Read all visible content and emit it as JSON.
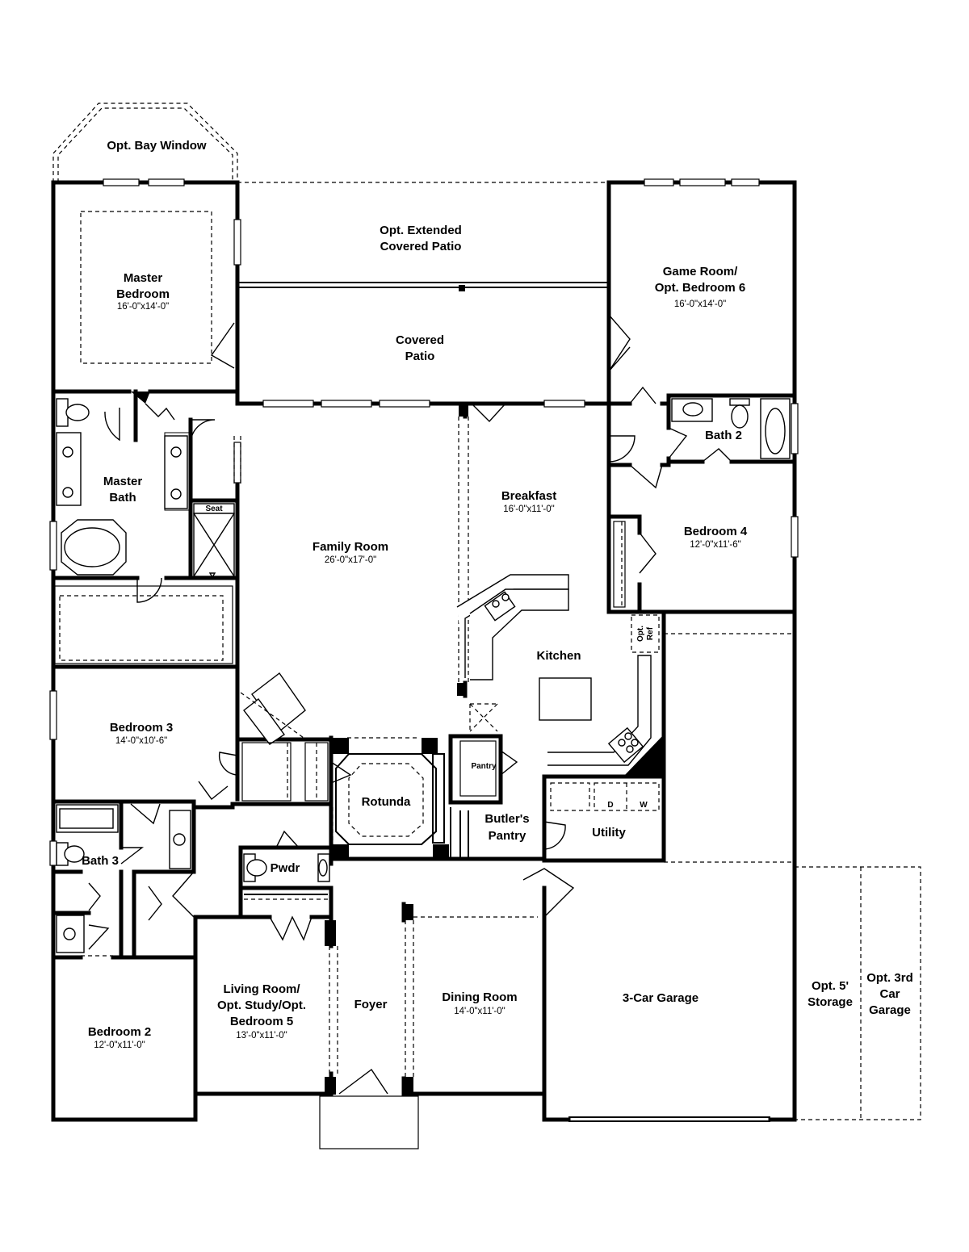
{
  "plan": {
    "rooms": [
      {
        "id": "bay-window",
        "lines": [
          "Opt. Bay Window"
        ],
        "dim": ""
      },
      {
        "id": "extended-patio",
        "lines": [
          "Opt. Extended",
          "Covered Patio"
        ],
        "dim": ""
      },
      {
        "id": "master-bedroom",
        "lines": [
          "Master",
          "Bedroom"
        ],
        "dim": "16'-0\"x14'-0\""
      },
      {
        "id": "covered-patio",
        "lines": [
          "Covered",
          "Patio"
        ],
        "dim": ""
      },
      {
        "id": "game-room",
        "lines": [
          "Game Room/",
          "Opt. Bedroom 6"
        ],
        "dim": "16'-0\"x14'-0\""
      },
      {
        "id": "bath-2",
        "lines": [
          "Bath 2"
        ],
        "dim": ""
      },
      {
        "id": "master-bath",
        "lines": [
          "Master",
          "Bath"
        ],
        "dim": ""
      },
      {
        "id": "breakfast",
        "lines": [
          "Breakfast"
        ],
        "dim": "16'-0\"x11'-0\""
      },
      {
        "id": "family-room",
        "lines": [
          "Family Room"
        ],
        "dim": "26'-0\"x17'-0\""
      },
      {
        "id": "bedroom-4",
        "lines": [
          "Bedroom 4"
        ],
        "dim": "12'-0\"x11'-6\""
      },
      {
        "id": "kitchen",
        "lines": [
          "Kitchen"
        ],
        "dim": ""
      },
      {
        "id": "bedroom-3",
        "lines": [
          "Bedroom 3"
        ],
        "dim": "14'-0\"x10'-6\""
      },
      {
        "id": "rotunda",
        "lines": [
          "Rotunda"
        ],
        "dim": ""
      },
      {
        "id": "butlers-pantry",
        "lines": [
          "Butler's",
          "Pantry"
        ],
        "dim": ""
      },
      {
        "id": "utility",
        "lines": [
          "Utility"
        ],
        "dim": ""
      },
      {
        "id": "bath-3",
        "lines": [
          "Bath 3"
        ],
        "dim": ""
      },
      {
        "id": "powder",
        "lines": [
          "Pwdr"
        ],
        "dim": ""
      },
      {
        "id": "living-room",
        "lines": [
          "Living Room/",
          "Opt. Study/Opt.",
          "Bedroom 5"
        ],
        "dim": "13'-0\"x11'-0\""
      },
      {
        "id": "foyer",
        "lines": [
          "Foyer"
        ],
        "dim": ""
      },
      {
        "id": "dining-room",
        "lines": [
          "Dining Room"
        ],
        "dim": "14'-0\"x11'-0\""
      },
      {
        "id": "garage",
        "lines": [
          "3-Car Garage"
        ],
        "dim": ""
      },
      {
        "id": "storage",
        "lines": [
          "Opt. 5'",
          "Storage"
        ],
        "dim": ""
      },
      {
        "id": "third-garage",
        "lines": [
          "Opt. 3rd",
          "Car",
          "Garage"
        ],
        "dim": ""
      },
      {
        "id": "bedroom-2",
        "lines": [
          "Bedroom 2"
        ],
        "dim": "12'-0\"x11'-0\""
      }
    ],
    "small_labels": {
      "seat": "Seat",
      "pantry": "Pantry",
      "opt_ref_1": "Opt.",
      "opt_ref_2": "Ref",
      "dryer": "D",
      "washer": "W"
    }
  }
}
